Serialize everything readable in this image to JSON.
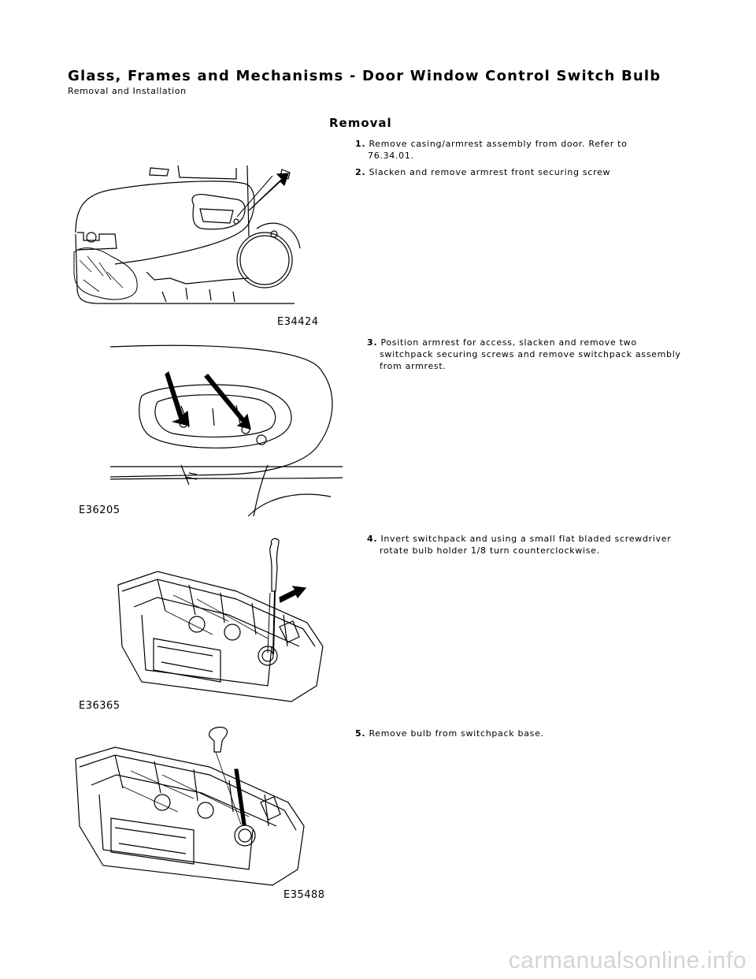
{
  "header": {
    "title": "Glass, Frames and Mechanisms - Door Window Control Switch Bulb",
    "subtitle": "Removal and Installation"
  },
  "section": {
    "heading": "Removal"
  },
  "steps": [
    {
      "num": "1.",
      "line1": "Remove casing/armrest assembly from door. Refer to",
      "line2": "76.34.01.",
      "line3": ""
    },
    {
      "num": "2.",
      "line1": "Slacken and remove armrest front securing screw",
      "line2": "",
      "line3": ""
    },
    {
      "num": "3.",
      "line1": "Position armrest for access, slacken and remove two",
      "line2": "switchpack securing screws and remove switchpack assembly",
      "line3": "from armrest."
    },
    {
      "num": "4.",
      "line1": "Invert switchpack and using a small flat bladed screwdriver",
      "line2": "rotate bulb holder 1/8 turn counterclockwise.",
      "line3": ""
    },
    {
      "num": "5.",
      "line1": "Remove bulb from switchpack base.",
      "line2": "",
      "line3": ""
    }
  ],
  "figures": [
    {
      "id": "E34424",
      "icon": "door-armrest-illustration"
    },
    {
      "id": "E36205",
      "icon": "switchpack-screws-illustration"
    },
    {
      "id": "E36365",
      "icon": "switchpack-screwdriver-illustration"
    },
    {
      "id": "E35488",
      "icon": "switchpack-bulb-illustration"
    }
  ],
  "watermark": "carmanualsonline.info"
}
